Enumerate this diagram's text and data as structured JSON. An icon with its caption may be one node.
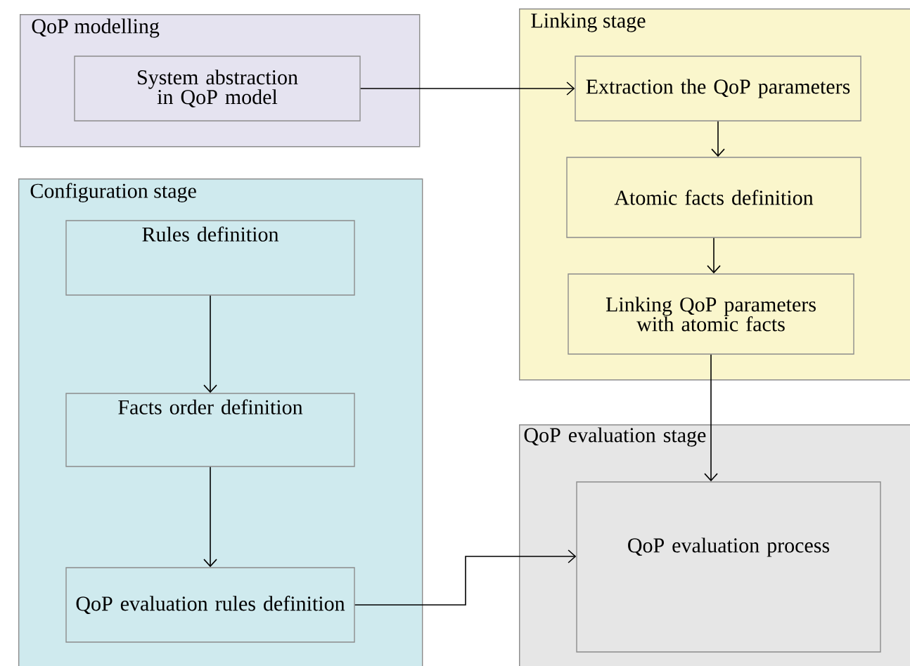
{
  "diagram": {
    "nodes": [
      {
        "text": [
          "QoP modelling"
        ]
      },
      {
        "text": [
          "System abstraction in QoP model"
        ],
        "in": 0
      },
      {
        "text": [
          "Linking stage"
        ]
      },
      {
        "text": [
          "Extraction the QoP parameters"
        ],
        "in": 2
      },
      {
        "text": [
          "Atomic facts definition"
        ],
        "in": 2
      },
      {
        "text": [
          "Linking QoP parameters with atomic facts"
        ],
        "in": 2
      },
      {
        "text": [
          "Configuration stage"
        ]
      },
      {
        "text": [
          "Rules definition"
        ],
        "in": 6
      },
      {
        "text": [
          "Facts order definition"
        ],
        "in": 6
      },
      {
        "text": [
          "QoP evaluation rules definition"
        ],
        "in": 6
      },
      {
        "text": [
          "QoP evaluation stage"
        ]
      },
      {
        "text": [
          "QoP evaluation process"
        ],
        "in": 10
      }
    ],
    "edges": [
      {
        "from": 1,
        "to": 3,
        "arrow": "to"
      },
      {
        "from": 3,
        "to": 4,
        "arrow": "to"
      },
      {
        "from": 4,
        "to": 5,
        "arrow": "to"
      },
      {
        "from": 5,
        "to": 11,
        "arrow": "to"
      },
      {
        "from": 7,
        "to": 8,
        "arrow": "to"
      },
      {
        "from": 8,
        "to": 9,
        "arrow": "to"
      },
      {
        "from": 9,
        "to": 11,
        "arrow": "to"
      }
    ]
  }
}
